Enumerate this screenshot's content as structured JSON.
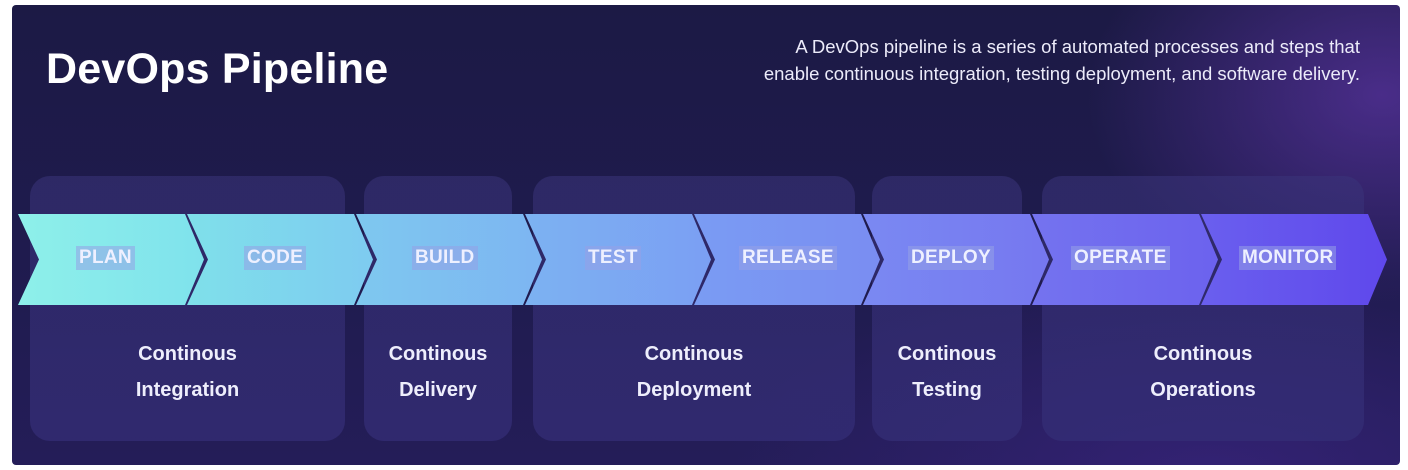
{
  "title": "DevOps Pipeline",
  "description": "A DevOps pipeline is a series of automated processes and steps that enable continuous integration, testing deployment, and software delivery.",
  "stages": [
    {
      "label": "PLAN",
      "color_start": "#8ef0ea",
      "color_end": "#7fe2ec"
    },
    {
      "label": "CODE",
      "color_start": "#7fe0ea",
      "color_end": "#7ecbf0"
    },
    {
      "label": "BUILD",
      "color_start": "#7ec8ef",
      "color_end": "#7db5f2"
    },
    {
      "label": "TEST",
      "color_start": "#7cb2f2",
      "color_end": "#7b9ff3"
    },
    {
      "label": "RELEASE",
      "color_start": "#7a9cf3",
      "color_end": "#7a8df2"
    },
    {
      "label": "DEPLOY",
      "color_start": "#7a89f2",
      "color_end": "#7677f0"
    },
    {
      "label": "OPERATE",
      "color_start": "#7473ef",
      "color_end": "#6c62ee"
    },
    {
      "label": "MONITOR",
      "color_start": "#6a5fee",
      "color_end": "#5f48ec"
    }
  ],
  "groups": [
    {
      "line1": "Continous",
      "line2": "Integration"
    },
    {
      "line1": "Continous",
      "line2": "Delivery"
    },
    {
      "line1": "Continous",
      "line2": "Deployment"
    },
    {
      "line1": "Continous",
      "line2": "Testing"
    },
    {
      "line1": "Continous",
      "line2": "Operations"
    }
  ],
  "colors": {
    "background": "#1e1b4b",
    "group_panel": "#342d76",
    "text": "#ffffff"
  }
}
